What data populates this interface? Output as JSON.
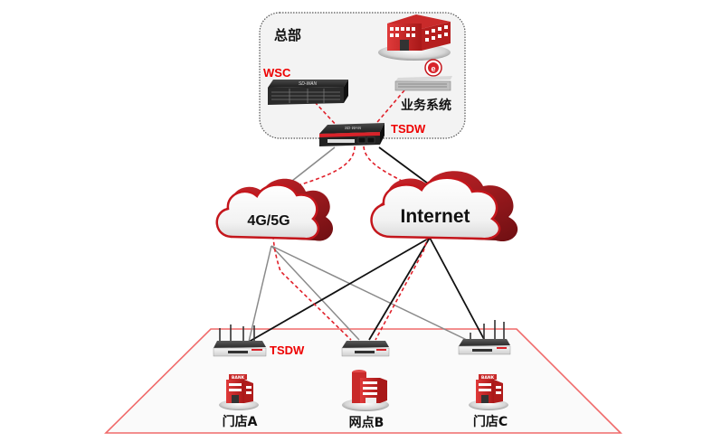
{
  "headquarters": {
    "title": "总部",
    "controller_label": "WSC",
    "controller_device_text": "SD-WAN",
    "business_system_label": "业务系统",
    "gateway_label": "TSDW",
    "gateway_device_text": "SD-WAN"
  },
  "networks": [
    {
      "id": "mobile",
      "label": "4G/5G"
    },
    {
      "id": "internet",
      "label": "Internet"
    }
  ],
  "branches": [
    {
      "id": "A",
      "label": "门店A",
      "building": "bank",
      "device_label": "TSDW",
      "antennas": true
    },
    {
      "id": "B",
      "label": "网点B",
      "building": "office",
      "device_label": "",
      "antennas": false
    },
    {
      "id": "C",
      "label": "门店C",
      "building": "bank",
      "device_label": "",
      "antennas": true
    }
  ],
  "links": [
    {
      "from": "gateway",
      "to": "mobile",
      "style": "grey-solid"
    },
    {
      "from": "gateway",
      "to": "internet",
      "style": "black-solid"
    },
    {
      "from": "mobile",
      "to": "branch-A",
      "style": "grey-solid"
    },
    {
      "from": "mobile",
      "to": "branch-B",
      "style": "grey-solid"
    },
    {
      "from": "mobile",
      "to": "branch-C",
      "style": "grey-solid"
    },
    {
      "from": "internet",
      "to": "branch-A",
      "style": "black-solid"
    },
    {
      "from": "internet",
      "to": "branch-B",
      "style": "black-solid"
    },
    {
      "from": "internet",
      "to": "branch-C",
      "style": "black-solid"
    },
    {
      "from": "controller",
      "to": "gateway",
      "style": "red-dashed"
    },
    {
      "from": "business-system",
      "to": "gateway",
      "style": "red-dashed"
    },
    {
      "from": "gateway",
      "to": "branch-B",
      "via": "mobile",
      "style": "red-dashed"
    },
    {
      "from": "gateway",
      "to": "branch-B",
      "via": "internet",
      "style": "red-dashed"
    }
  ],
  "colors": {
    "accent_red": "#ee0000",
    "cloud_border": "#c4161c",
    "branch_zone_border": "#f06a6a",
    "hq_fill": "#f3f3f3"
  }
}
